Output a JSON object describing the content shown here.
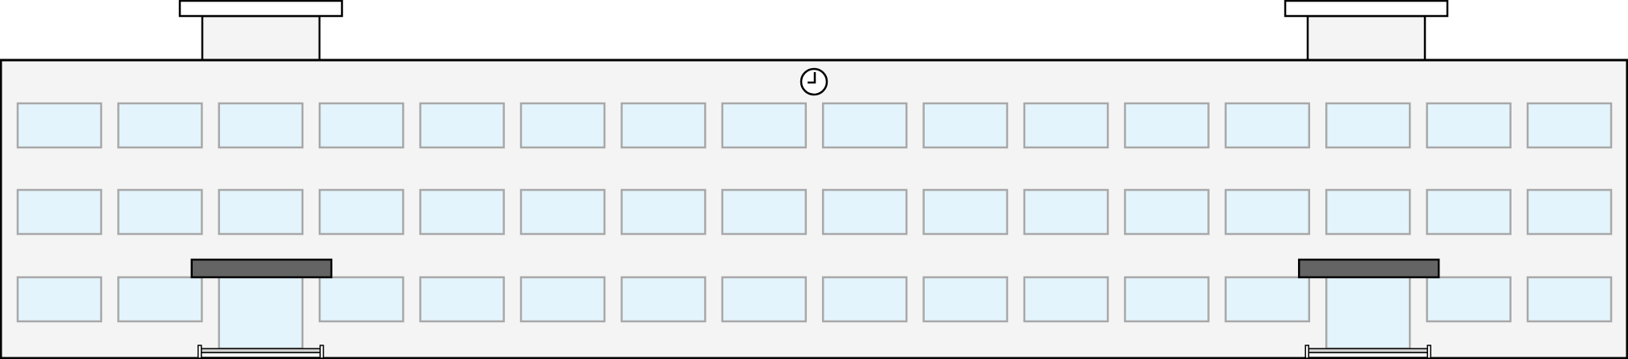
{
  "building": {
    "facade_fill": "#f4f4f4",
    "outline": "#000000",
    "window_fill": "#e4f4fc",
    "window_stroke": "#a8a8a8",
    "canopy_fill": "#646464",
    "window_rows": 3,
    "window_columns": 16,
    "entrances": 2,
    "towers": 2,
    "clock_icon": "clock-icon"
  }
}
